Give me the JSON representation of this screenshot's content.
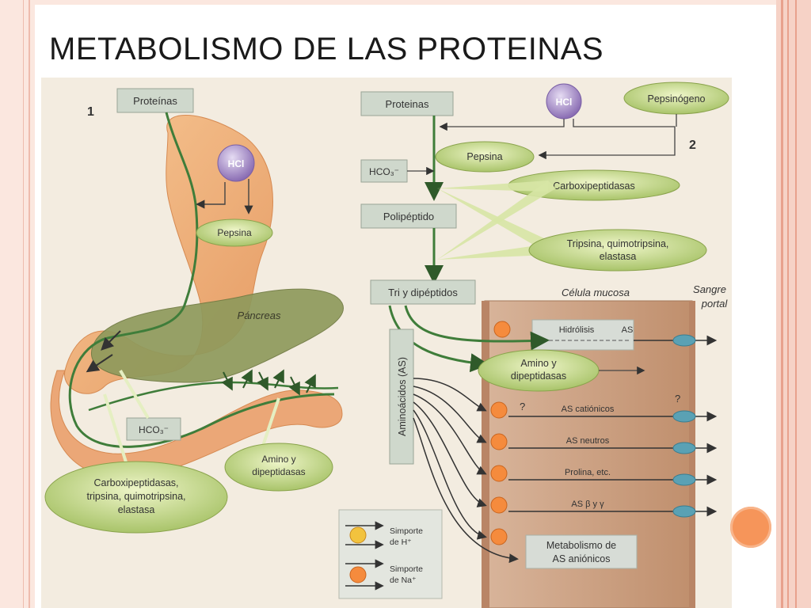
{
  "slide": {
    "title": "METABOLISMO DE LAS PROTEINAS"
  },
  "diagram": {
    "panel1": {
      "number": "1",
      "proteinas": "Proteínas",
      "hcl": "HCl",
      "pepsina": "Pepsina",
      "pancreas": "Páncreas",
      "hco3": "HCO₃⁻",
      "amino_dipeptidasas": [
        "Amino y",
        "dipeptidasas"
      ],
      "enzymes": [
        "Carboxipeptidasas,",
        "tripsina, quimotripsina,",
        "elastasa"
      ]
    },
    "panel2": {
      "number": "2",
      "proteinas": "Proteinas",
      "hcl": "HCl",
      "pepsinogeno": "Pepsinógeno",
      "pepsina": "Pepsina",
      "hco3": "HCO₃⁻",
      "carboxipeptidasas": "Carboxipeptidasas",
      "polipeptido": "Polipéptido",
      "tripsina": [
        "Tripsina, quimotripsina,",
        "elastasa"
      ],
      "tri_dipeptidos": "Tri y dipéptidos",
      "celula_mucosa": "Célula mucosa",
      "sangre_portal": [
        "Sangre",
        "portal"
      ],
      "hidrolisis": "Hidrólisis",
      "as": "AS",
      "aminoacidos": "Aminoácidos (AS)",
      "amino_dipeptidasas": [
        "Amino y",
        "dipeptidasas"
      ],
      "question": "?",
      "transport_rows": [
        "AS catiónicos",
        "AS neutros",
        "Prolina, etc.",
        "AS β y γ"
      ],
      "metabolismo": [
        "Metabolismo de",
        "AS aniónicos"
      ],
      "legend": [
        {
          "line1": "Simporte",
          "line2": "de H⁺"
        },
        {
          "line1": "Simporte",
          "line2": "de Na⁺"
        }
      ]
    }
  },
  "colors": {
    "accent_orange": "#f6955a",
    "border_pink": "#f6d2c6",
    "stomach": "#f0b27a",
    "pancreas": "#8f9a5c",
    "green_line": "#3f7d3a",
    "oval_green": "#c6d88a",
    "box_gray": "#d9dfd6",
    "mucosa": "#c79a7a",
    "hcl_purple": "#a58cc8"
  }
}
